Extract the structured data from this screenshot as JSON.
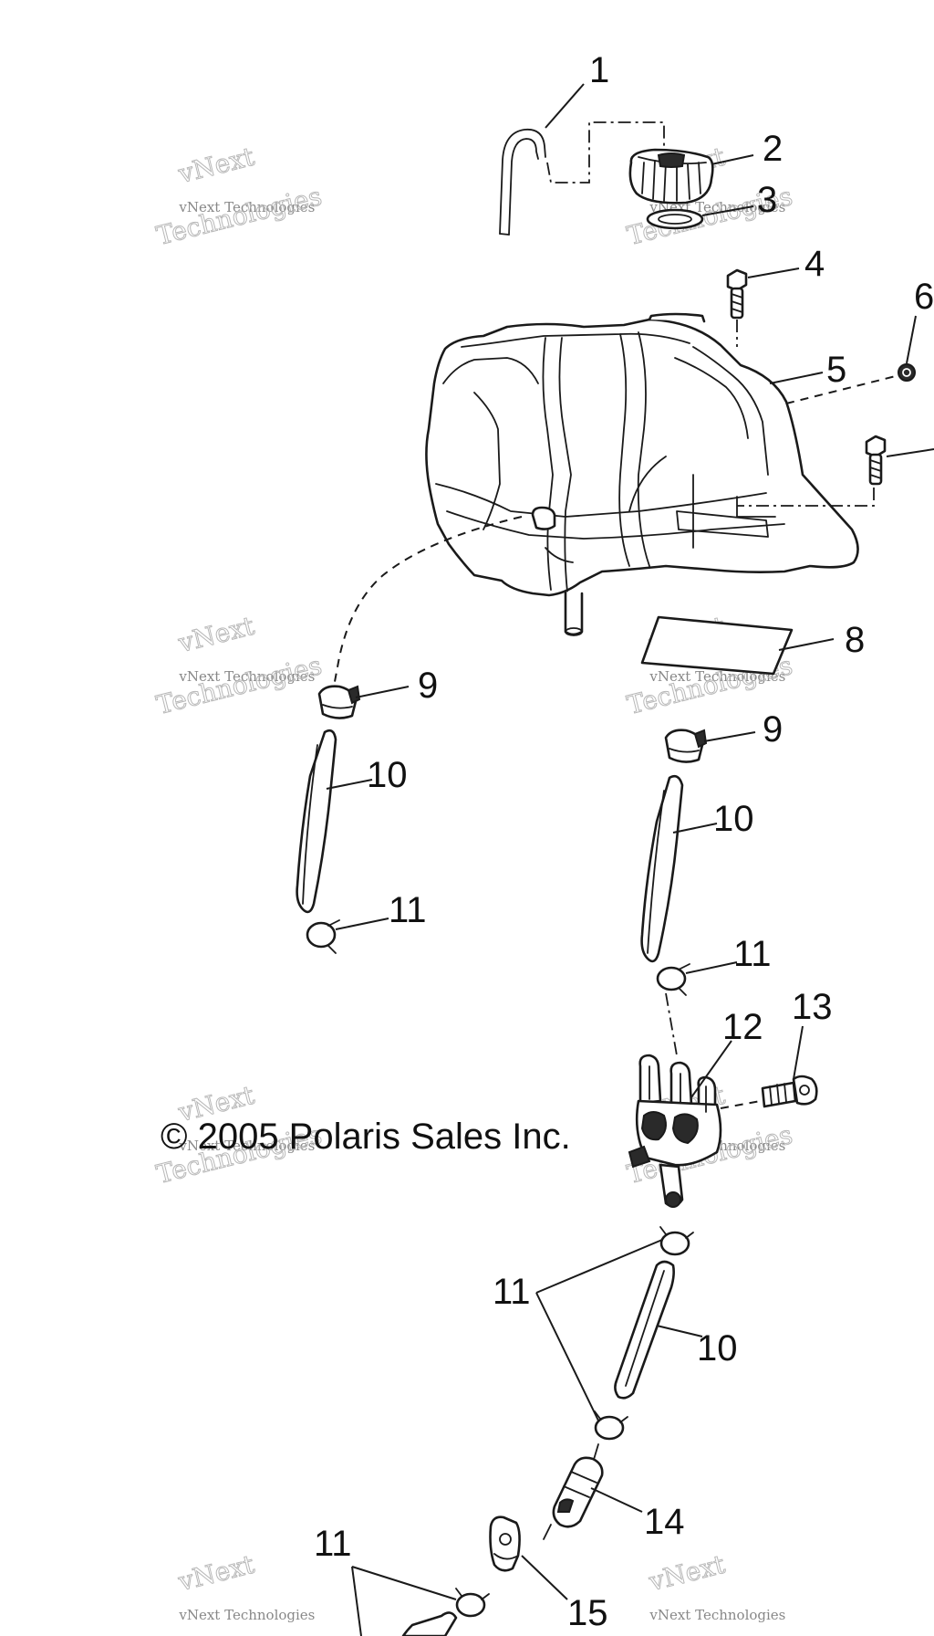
{
  "callouts": {
    "c1": "1",
    "c2": "2",
    "c3": "3",
    "c4": "4",
    "c5": "5",
    "c6": "6",
    "c8": "8",
    "c9a": "9",
    "c9b": "9",
    "c10a": "10",
    "c10b": "10",
    "c10c": "10",
    "c11a": "11",
    "c11b": "11",
    "c11c": "11",
    "c11d": "11",
    "c12": "12",
    "c13": "13",
    "c14": "14",
    "c15": "15"
  },
  "copyright": "© 2005 Polaris Sales Inc.",
  "watermark": {
    "small": "vNext Technologies",
    "big": "Technologies",
    "tilted": "vNext"
  }
}
